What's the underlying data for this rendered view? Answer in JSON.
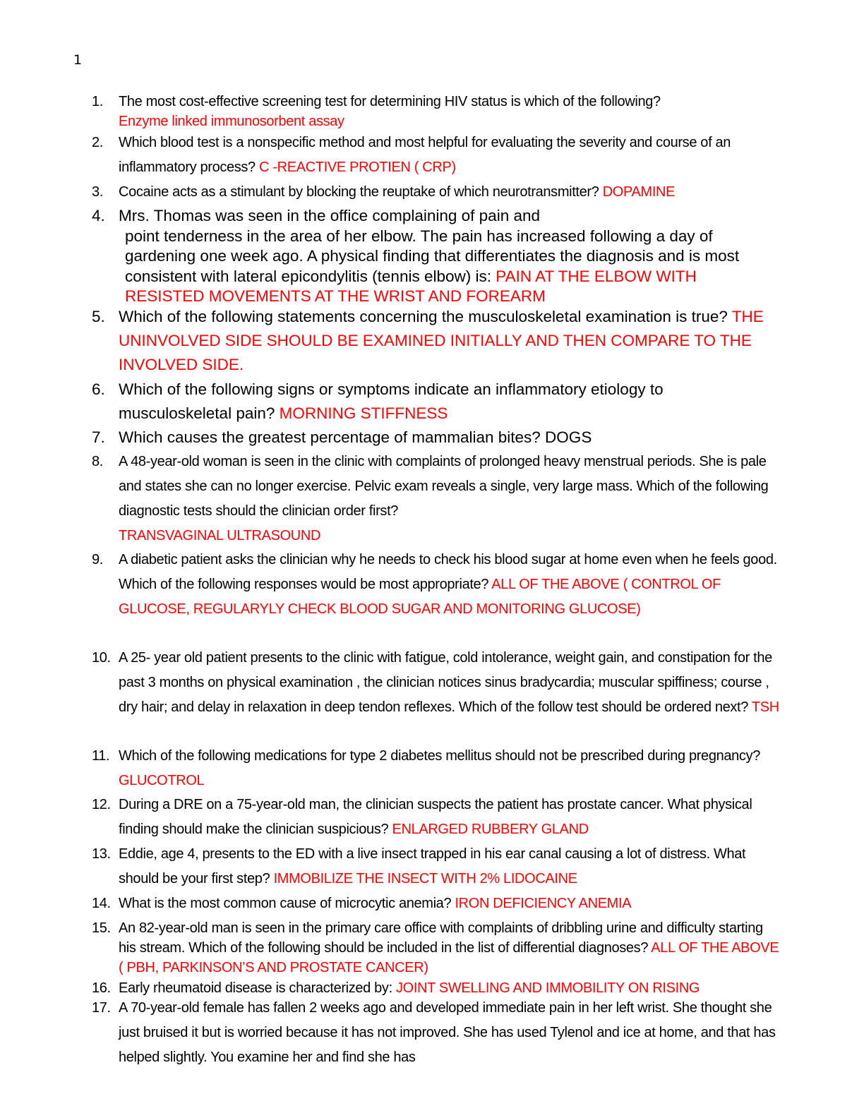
{
  "page_number": "1",
  "colors": {
    "text": "#000000",
    "answer": "#ff0000"
  },
  "questions": [
    {
      "n": "1.",
      "q": "The most cost-effective screening test for determining HIV status is which of the following?",
      "a": "Enzyme linked immunosorbent assay"
    },
    {
      "n": "2.",
      "q": "Which blood test is a nonspecific method and most helpful for evaluating the severity and course of an inflammatory process?",
      "a": "C -REACTIVE PROTIEN ( CRP)"
    },
    {
      "n": "3.",
      "q": "Cocaine acts as a stimulant by blocking the reuptake of which neurotransmitter?",
      "a": "DOPAMINE"
    },
    {
      "n": "4.",
      "q_line1": "Mrs. Thomas was seen in the office complaining of pain and",
      "q_rest": "point tenderness in the area of her elbow. The pain has increased following a day of gardening one week ago. A physical finding that differentiates the diagnosis and is most consistent with lateral epicondylitis (tennis elbow) is:",
      "a": "PAIN AT THE ELBOW WITH RESISTED MOVEMENTS AT THE WRIST AND FOREARM"
    },
    {
      "n": "5.",
      "q": "Which of the following statements concerning the musculoskeletal examination is true?",
      "a": "THE UNINVOLVED SIDE SHOULD BE EXAMINED INITIALLY AND THEN COMPARE TO THE INVOLVED SIDE."
    },
    {
      "n": "6.",
      "q": "Which of the following signs or symptoms indicate an inflammatory etiology to musculoskeletal pain?",
      "a": "MORNING STIFFNESS"
    },
    {
      "n": "7.",
      "q": "Which causes the greatest percentage of mammalian bites? DOGS"
    },
    {
      "n": "8.",
      "q": "A 48-year-old woman is seen in the clinic with complaints of prolonged heavy menstrual periods. She is pale and states she can no longer exercise. Pelvic exam reveals a single, very large mass. Which of the following diagnostic tests should the clinician order first?",
      "a": "TRANSVAGINAL ULTRASOUND"
    },
    {
      "n": "9.",
      "q": "A diabetic patient asks the clinician why he needs to check his blood sugar at home even when he feels good. Which of the following responses would be most appropriate?",
      "a": "ALL OF THE ABOVE ( CONTROL OF GLUCOSE, REGULARYLY CHECK BLOOD SUGAR AND MONITORING GLUCOSE)"
    },
    {
      "n": "10.",
      "q": "A 25- year old patient presents to the clinic with fatigue, cold intolerance, weight gain, and constipation for the past 3 months on physical examination , the clinician notices sinus bradycardia; muscular spiffiness; course , dry hair; and delay in relaxation in deep tendon reflexes. Which of the follow test should be ordered next?",
      "a": "TSH"
    },
    {
      "n": "11.",
      "q": "Which of the following medications for type 2 diabetes mellitus should not be prescribed during pregnancy?",
      "a": "GLUCOTROL"
    },
    {
      "n": "12.",
      "q": "During a DRE on a 75-year-old man, the clinician suspects the patient has prostate cancer. What physical finding should make the clinician suspicious?",
      "a": "ENLARGED RUBBERY GLAND"
    },
    {
      "n": "13.",
      "q": "Eddie, age 4, presents to the ED with a live insect trapped in his ear canal causing a lot of distress. What should be your first step?",
      "a": "IMMOBILIZE THE INSECT WITH 2% LIDOCAINE"
    },
    {
      "n": "14.",
      "q": "What is the most common cause of microcytic anemia?",
      "a": "IRON DEFICIENCY ANEMIA"
    },
    {
      "n": "15.",
      "q": "An 82-year-old man is seen in the primary care office with complaints of dribbling urine and difficulty starting his stream. Which of the following should be included in the list of differential diagnoses?",
      "a": "ALL OF THE ABOVE ( PBH, PARKINSON’S AND PROSTATE CANCER)"
    },
    {
      "n": "16.",
      "q": "Early rheumatoid disease is characterized by:",
      "a": "JOINT SWELLING AND IMMOBILITY ON RISING"
    },
    {
      "n": "17.",
      "q": "A 70-year-old female has fallen 2 weeks ago and developed immediate pain in her left wrist. She thought she just bruised it but is worried because it has not improved. She has used Tylenol and ice at home, and that has helped slightly. You examine her and find she has"
    }
  ]
}
